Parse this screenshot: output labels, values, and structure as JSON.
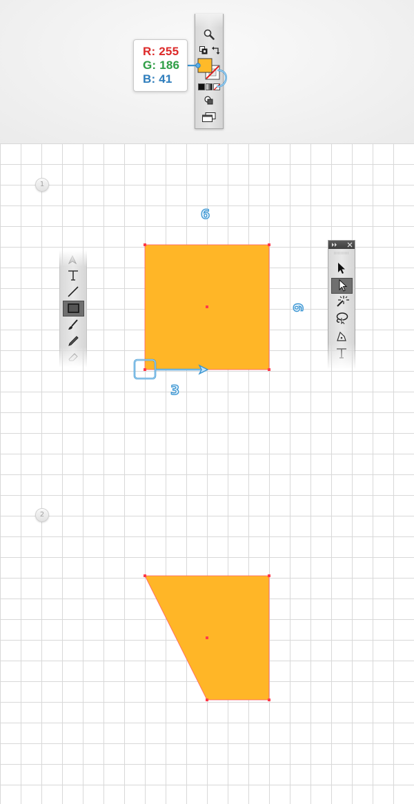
{
  "fill_color": {
    "r_label": "R: 255",
    "g_label": "G: 186",
    "b_label": "B: 41",
    "hex": "#FFBA29",
    "r_text_color": "#e02b2b",
    "g_text_color": "#2fa046",
    "b_text_color": "#2f7fbf"
  },
  "steps": {
    "step1": "1",
    "step2": "2"
  },
  "measurements": {
    "width": "6",
    "height": "6",
    "offset": "3"
  },
  "colors": {
    "shape_fill": "#FFB627",
    "anchor": "#ff3a4a",
    "annotation": "#3a95d2",
    "grid_line": "#d8d8d8"
  },
  "icons": {
    "tools_panel": [
      "zoom-tool-icon",
      "default-fill-stroke-icon",
      "swap-fill-stroke-icon",
      "fill-swatch-icon",
      "stroke-none-swatch-icon",
      "color-mode-icons",
      "drawing-mode-icon",
      "screen-mode-icon"
    ],
    "side_tools": [
      "pen-tool-icon",
      "type-tool-icon",
      "line-tool-icon",
      "rectangle-tool-icon",
      "paintbrush-tool-icon",
      "pencil-tool-icon",
      "eraser-tool-icon"
    ],
    "selection_tools": [
      "selection-tool-icon",
      "direct-selection-tool-icon",
      "magic-wand-tool-icon",
      "lasso-tool-icon",
      "pen-tool-icon",
      "type-tool-icon"
    ]
  }
}
